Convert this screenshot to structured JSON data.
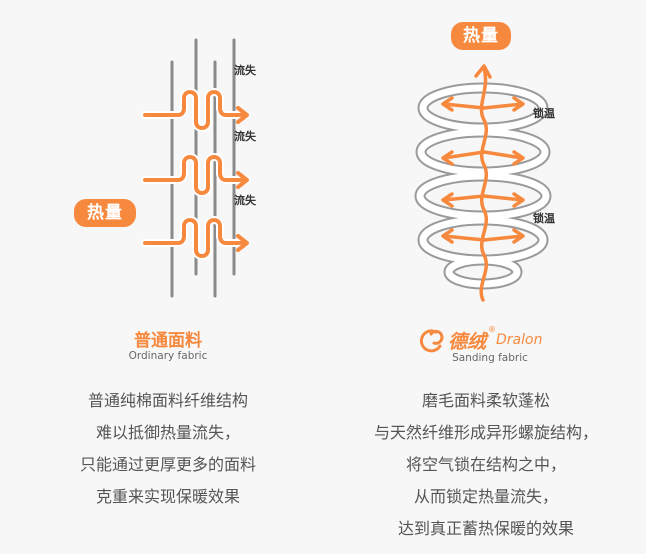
{
  "left_panel": {
    "heat_badge": "热量",
    "flow_labels": [
      "流失",
      "流失",
      "流失"
    ],
    "title": "普通面料",
    "subtitle": "Ordinary fabric",
    "description": [
      "普通纯棉面料纤维结构",
      "难以抵御热量流失，",
      "只能通过更厚更多的面料",
      "克重来实现保暖效果"
    ]
  },
  "right_panel": {
    "heat_badge": "热量",
    "lock_labels": [
      "锁温",
      "锁温"
    ],
    "logo_cn": "德绒",
    "logo_en": "Dralon",
    "logo_reg": "®",
    "subtitle": "Sanding fabric",
    "description": [
      "磨毛面料柔软蓬松",
      "与天然纤维形成异形螺旋结构，",
      "将空气锁在结构之中，",
      "从而锁定热量流失，",
      "达到真正蓄热保暖的效果"
    ]
  },
  "colors": {
    "accent": "#f7893f",
    "fiber": "#8a8a8a",
    "background": "#f7f7f7"
  },
  "icons": {
    "logo_mark": "dralon-logo-icon"
  }
}
